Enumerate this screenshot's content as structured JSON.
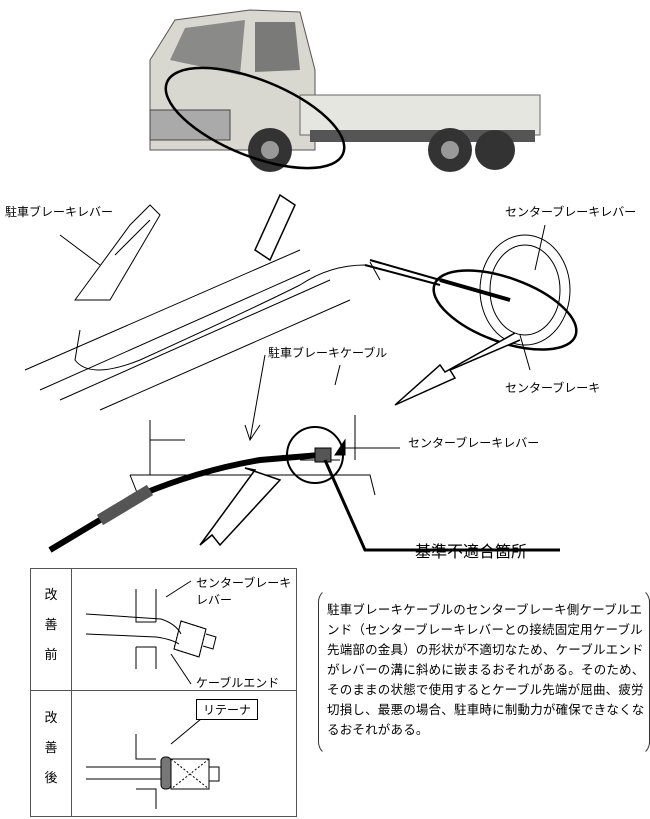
{
  "labels": {
    "parking_brake_lever": "駐車ブレーキレバー",
    "center_brake_lever_top": "センターブレーキレバー",
    "parking_brake_cable": "駐車ブレーキケーブル",
    "center_brake": "センターブレーキ",
    "center_brake_lever_mid": "センターブレーキレバー",
    "nonconforming_location": "基準不適合箇所"
  },
  "table": {
    "before": {
      "label": [
        "改",
        "善",
        "前"
      ],
      "lever_label_1": "センターブレーキ",
      "lever_label_2": "レバー",
      "cable_end_label": "ケーブルエンド"
    },
    "after": {
      "label": [
        "改",
        "善",
        "後"
      ],
      "retainer_label": "リテーナ"
    }
  },
  "note": "駐車ブレーキケーブルのセンターブレーキ側ケーブルエンド（センターブレーキレバーとの接続固定用ケーブル先端部の金具）の形状が不適切なため、ケーブルエンドがレバーの溝に斜めに嵌まるおそれがある。そのため、そのままの状態で使用するとケーブル先端が屈曲、疲労切損し、最悪の場合、駐車時に制動力が確保できなくなるおそれがある。"
}
